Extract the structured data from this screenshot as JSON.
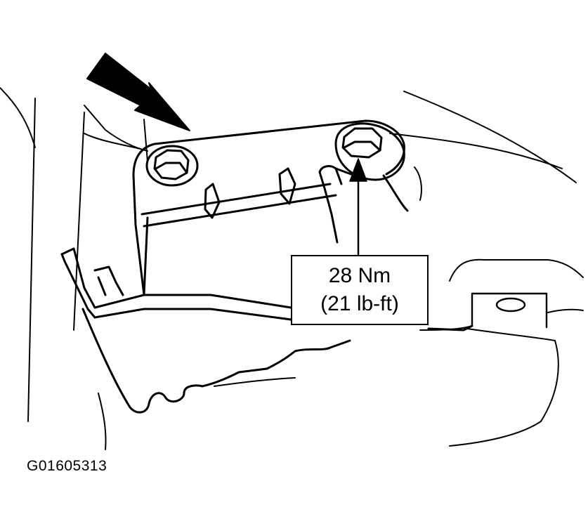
{
  "callout": {
    "torque_metric": "28 Nm",
    "torque_imperial": "(21 lb-ft)"
  },
  "figure": {
    "id": "G01605313"
  },
  "colors": {
    "ink": "#000000",
    "paper": "#ffffff"
  }
}
